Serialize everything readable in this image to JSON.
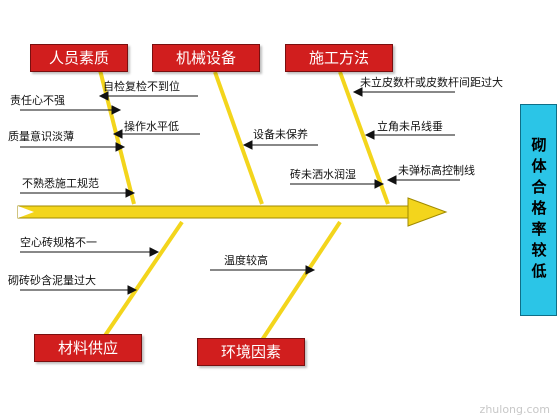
{
  "categories": {
    "people": "人员素质",
    "machinery": "机械设备",
    "method": "施工方法",
    "material": "材料供应",
    "environment": "环境因素"
  },
  "effect": "砌体合格率较低",
  "causes": {
    "people": [
      "自检复检不到位",
      "责任心不强",
      "质量意识淡薄",
      "操作水平低",
      "不熟悉施工规范"
    ],
    "machinery": [
      "设备未保养"
    ],
    "method": [
      "未立皮数杆或皮数杆间距过大",
      "立角未吊线垂",
      "砖未洒水润湿",
      "未弹标高控制线"
    ],
    "material": [
      "空心砖规格不一",
      "砌砖砂含泥量过大"
    ],
    "environment": [
      "温度较高"
    ]
  },
  "watermark": "zhulong.com",
  "colors": {
    "bone": "#f3d51c",
    "category_bg": "#d11e1e",
    "effect_bg": "#2bc5e7"
  }
}
